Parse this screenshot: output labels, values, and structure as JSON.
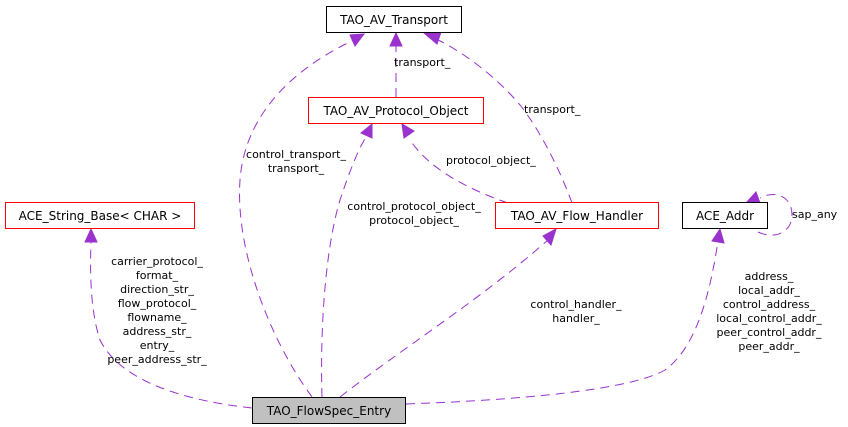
{
  "nodes": {
    "transport": {
      "label": "TAO_AV_Transport",
      "border": "#000000"
    },
    "protocol_object": {
      "label": "TAO_AV_Protocol_Object",
      "border": "#ff0000"
    },
    "string_base": {
      "label": "ACE_String_Base< CHAR >",
      "border": "#ff0000"
    },
    "flow_handler": {
      "label": "TAO_AV_Flow_Handler",
      "border": "#ff0000"
    },
    "ace_addr": {
      "label": "ACE_Addr",
      "border": "#000000"
    },
    "flowspec_entry": {
      "label": "TAO_FlowSpec_Entry",
      "border": "#000000",
      "fill": "#c0c0c0"
    }
  },
  "edge_labels": {
    "protocol_to_transport": [
      "transport_"
    ],
    "handler_to_transport": [
      "transport_"
    ],
    "entry_to_transport": [
      "control_transport_",
      "transport_"
    ],
    "handler_to_protocol": [
      "protocol_object_"
    ],
    "entry_to_protocol": [
      "control_protocol_object_",
      "protocol_object_"
    ],
    "entry_to_string": [
      "carrier_protocol_",
      "format_",
      "direction_str_",
      "flow_protocol_",
      "flowname_",
      "address_str_",
      "entry_",
      "peer_address_str_"
    ],
    "entry_to_handler": [
      "control_handler_",
      "handler_"
    ],
    "addr_self": [
      "sap_any"
    ],
    "entry_to_addr": [
      "address_",
      "local_addr_",
      "control_address_",
      "local_control_addr_",
      "peer_control_addr_",
      "peer_addr_"
    ]
  },
  "colors": {
    "edge": "#9a32cd",
    "red_border": "#ff0000",
    "black_border": "#000000",
    "focus_fill": "#c0c0c0"
  }
}
